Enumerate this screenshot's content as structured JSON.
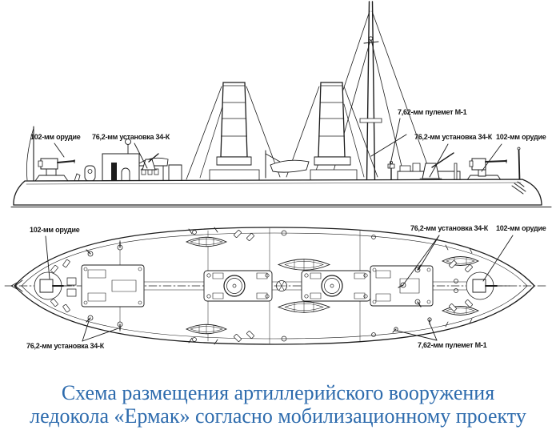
{
  "figure": {
    "caption_line1": "Схема размещения артиллерийского вооружения",
    "caption_line2": "ледокола «Ермак» согласно мобилизационному проекту"
  },
  "labels": {
    "side": [
      {
        "text": "102-мм орудие"
      },
      {
        "text": "76,2-мм установка 34-К"
      },
      {
        "text": "7,62-мм пулемет М-1"
      },
      {
        "text": "76,2-мм установка 34-К"
      },
      {
        "text": "102-мм орудие"
      }
    ],
    "plan": [
      {
        "text": "102-мм орудие"
      },
      {
        "text": "76,2-мм установка 34-К"
      },
      {
        "text": "102-мм орудие"
      },
      {
        "text": "76,2-мм установка 34-К"
      },
      {
        "text": "7,62-мм пулемет М-1"
      }
    ]
  },
  "colors": {
    "caption_blue": "#2d6bad",
    "drawing_ink": "#1c1c1c",
    "background": "#ffffff"
  }
}
